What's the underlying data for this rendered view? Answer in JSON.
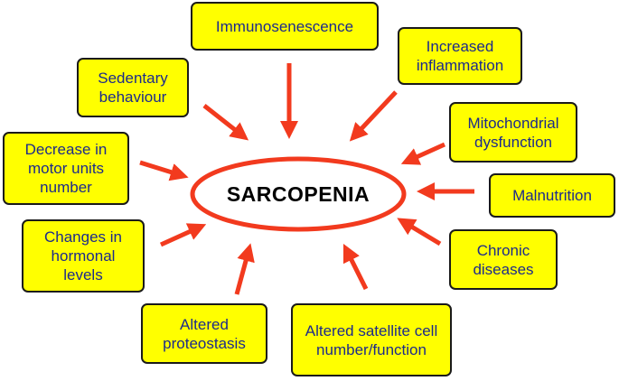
{
  "center_label": "SARCOPENIA",
  "colors": {
    "box_fill": "#ffff00",
    "box_text": "#1c2a8c",
    "arrow": "#f23a1e",
    "ellipse": "#f23a1e"
  },
  "factors": [
    {
      "id": "immunosenescence",
      "label": "Immunosenescence"
    },
    {
      "id": "increased-inflammation",
      "label": "Increased\ninflammation"
    },
    {
      "id": "sedentary-behaviour",
      "label": "Sedentary\nbehaviour"
    },
    {
      "id": "mitochondrial-dysfunction",
      "label": "Mitochondrial\ndysfunction"
    },
    {
      "id": "decrease-motor-units",
      "label": "Decrease in\nmotor units\nnumber"
    },
    {
      "id": "malnutrition",
      "label": "Malnutrition"
    },
    {
      "id": "changes-hormonal-levels",
      "label": "Changes in\nhormonal\nlevels"
    },
    {
      "id": "chronic-diseases",
      "label": "Chronic\ndiseases"
    },
    {
      "id": "altered-proteostasis",
      "label": "Altered\nproteostasis"
    },
    {
      "id": "altered-satellite-cell",
      "label": "Altered satellite cell\nnumber/function"
    }
  ]
}
